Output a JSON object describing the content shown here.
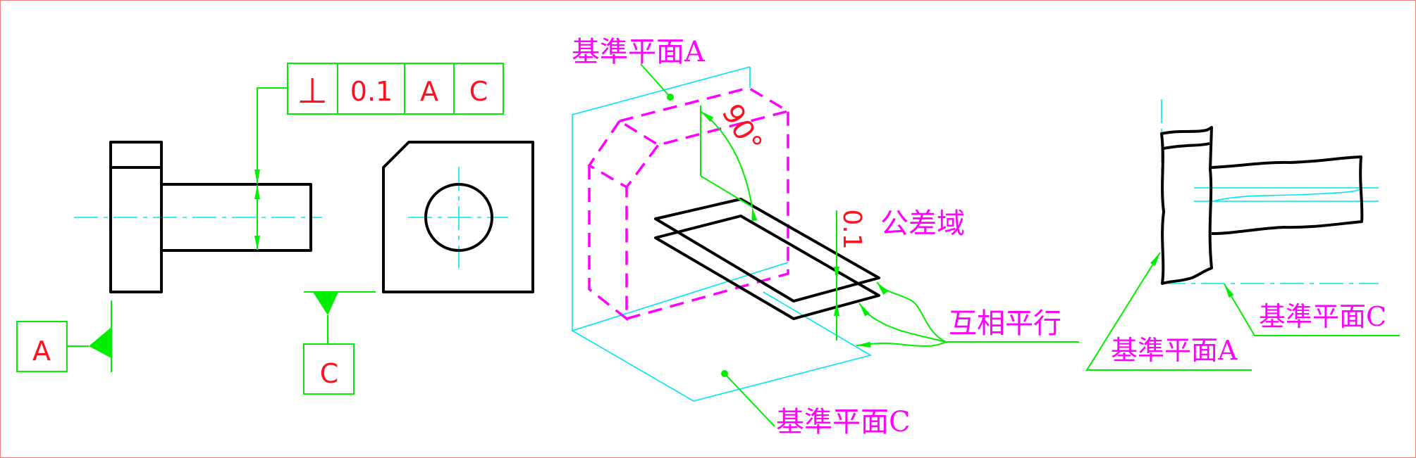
{
  "control_frame": {
    "symbol": "⊥",
    "tolerance": "0.1",
    "datum1": "A",
    "datum2": "C"
  },
  "datum_a_label": "A",
  "datum_c_label": "C",
  "iso_view": {
    "datum_plane_a": "基準平面A",
    "datum_plane_c": "基準平面C",
    "angle": "90°",
    "zone_width": "0.1",
    "tolerance_zone": "公差域",
    "parallel": "互相平行"
  },
  "right_view": {
    "datum_plane_a": "基準平面A",
    "datum_plane_c": "基準平面C"
  },
  "colors": {
    "annotation": "#00ee00",
    "text_red": "#ff1020",
    "text_magenta": "#ff00ff",
    "centerline": "#00e5f0"
  }
}
